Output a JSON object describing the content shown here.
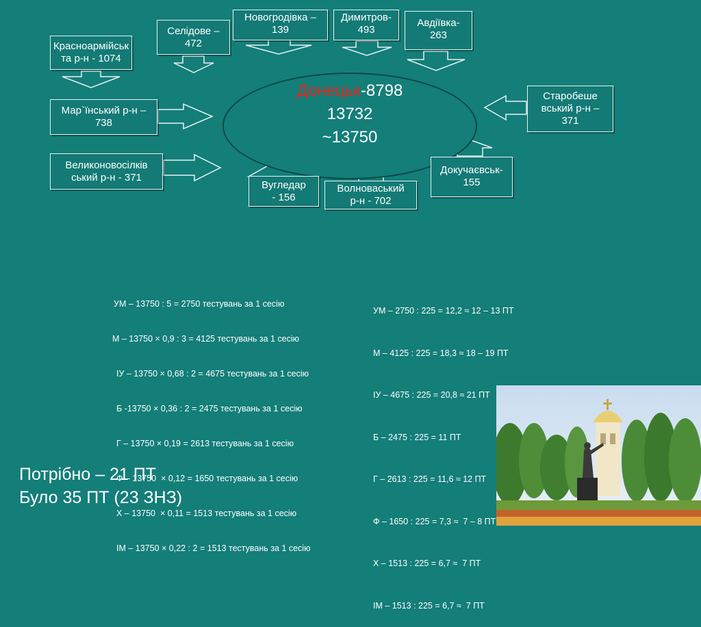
{
  "diagram": {
    "center": {
      "city_name": "Донецьк",
      "line1_suffix": "-8798",
      "line2": "13732",
      "line3": "~13750"
    },
    "nodes": [
      {
        "id": "krasnoarmiisk",
        "lines": [
          "Красноармійськ",
          "та р-н - 1074"
        ]
      },
      {
        "id": "selydove",
        "lines": [
          "Селідове –",
          "472"
        ]
      },
      {
        "id": "novohrodivka",
        "lines": [
          "Новогродівка –",
          "139"
        ]
      },
      {
        "id": "dymytrov",
        "lines": [
          "Димитров-",
          "493"
        ]
      },
      {
        "id": "avdiivka",
        "lines": [
          "Авдіївка-",
          "263"
        ]
      },
      {
        "id": "marinskyi",
        "lines": [
          "Мар`їнський р-н –",
          "738"
        ]
      },
      {
        "id": "starobeshevskyi",
        "lines": [
          "Старобеше",
          "вський р-н –",
          "371"
        ]
      },
      {
        "id": "velykonovosilkivskyi",
        "lines": [
          "Великоновосілків",
          "ський р-н - 371"
        ]
      },
      {
        "id": "vuhledar",
        "lines": [
          "Вугледар",
          "- 156"
        ]
      },
      {
        "id": "volnovaskyi",
        "lines": [
          "Волноваський",
          "р-н - 702"
        ]
      },
      {
        "id": "dokuchaievsk",
        "lines": [
          "Докучаєвськ-",
          "155"
        ]
      }
    ]
  },
  "calc_left": [
    "УМ – 13750 : 5 = 2750 тестувань за 1 сесію",
    "М – 13750 × 0,9 : 3 = 4125 тестувань за 1 сесію",
    "ІУ – 13750 × 0,68 : 2 = 4675 тестувань за 1 сесію",
    "Б -13750 × 0,36 : 2 = 2475 тестувань за 1 сесію",
    "Г – 13750 × 0,19 = 2613 тестувань за 1 сесію",
    "Ф – 13750  × 0,12 = 1650 тестувань за 1 сесію",
    "Х – 13750  × 0,11 = 1513 тестувань за 1 сесію",
    "ІМ – 13750 × 0,22 : 2 = 1513 тестувань за 1 сесію"
  ],
  "calc_right": [
    "УМ – 2750 : 225 = 12,2 ≈ 12 – 13 ПТ",
    "М – 4125 : 225 = 18,3 ≈ 18 – 19 ПТ",
    "ІУ – 4675 : 225 = 20,8 ≈ 21 ПТ",
    "Б – 2475 : 225 = 11 ПТ",
    "Г – 2613 : 225 = 11,6 ≈ 12 ПТ",
    "Ф – 1650 : 225 = 7,3 ≈  7 – 8 ПТ",
    "Х – 1513 : 225 = 6,7 ≈  7 ПТ",
    "ІМ – 1513 : 225 = 6,7 ≈  7 ПТ"
  ],
  "summary": {
    "line1": "Потрібно – 21 ПТ",
    "line2": "Було 35 ПТ (23 ЗНЗ)"
  },
  "colors": {
    "background": "#147e79",
    "text": "#ffffff",
    "highlight": "#e8251a"
  }
}
